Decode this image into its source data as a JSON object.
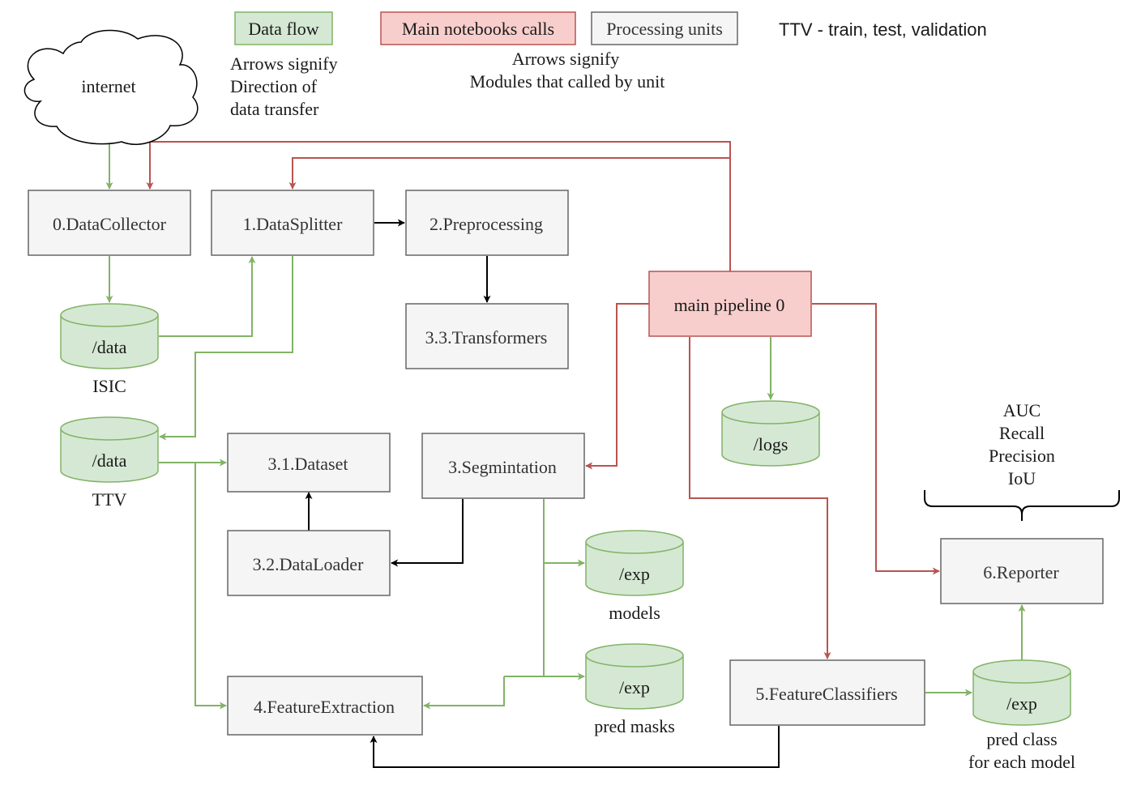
{
  "legend": {
    "data_flow": "Data flow",
    "main_calls": "Main notebooks calls",
    "processing_units": "Processing units",
    "ttv_note": "TTV - train, test, validation",
    "data_flow_note": [
      "Arrows signify",
      "Direction of",
      "data transfer"
    ],
    "main_calls_note": [
      "Arrows signify",
      "Modules that called by unit"
    ]
  },
  "colors": {
    "green_fill": "#d5e8d4",
    "green_stroke": "#82b366",
    "red_fill": "#f8cecc",
    "red_stroke": "#b85450",
    "grey_fill": "#f5f5f5",
    "grey_stroke": "#666666",
    "black": "#000000"
  },
  "nodes": {
    "internet": "internet",
    "data_collector": "0.DataCollector",
    "data_splitter": "1.DataSplitter",
    "preprocessing": "2.Preprocessing",
    "transformers": "3.3.Transformers",
    "main_pipeline": "main pipeline 0",
    "dataset": "3.1.Dataset",
    "segmentation": "3.Segmintation",
    "dataloader": "3.2.DataLoader",
    "feature_extraction": "4.FeatureExtraction",
    "feature_classifiers": "5.FeatureClassifiers",
    "reporter": "6.Reporter"
  },
  "stores": {
    "data_isic": {
      "label": "/data",
      "caption": [
        "ISIC"
      ]
    },
    "data_ttv": {
      "label": "/data",
      "caption": [
        "TTV"
      ]
    },
    "logs": {
      "label": "/logs",
      "caption": []
    },
    "exp_models": {
      "label": "/exp",
      "caption": [
        "models"
      ]
    },
    "exp_masks": {
      "label": "/exp",
      "caption": [
        "pred masks"
      ]
    },
    "exp_class": {
      "label": "/exp",
      "caption": [
        "pred class",
        "for each model"
      ]
    }
  },
  "metrics": [
    "AUC",
    "Recall",
    "Precision",
    "IoU"
  ]
}
